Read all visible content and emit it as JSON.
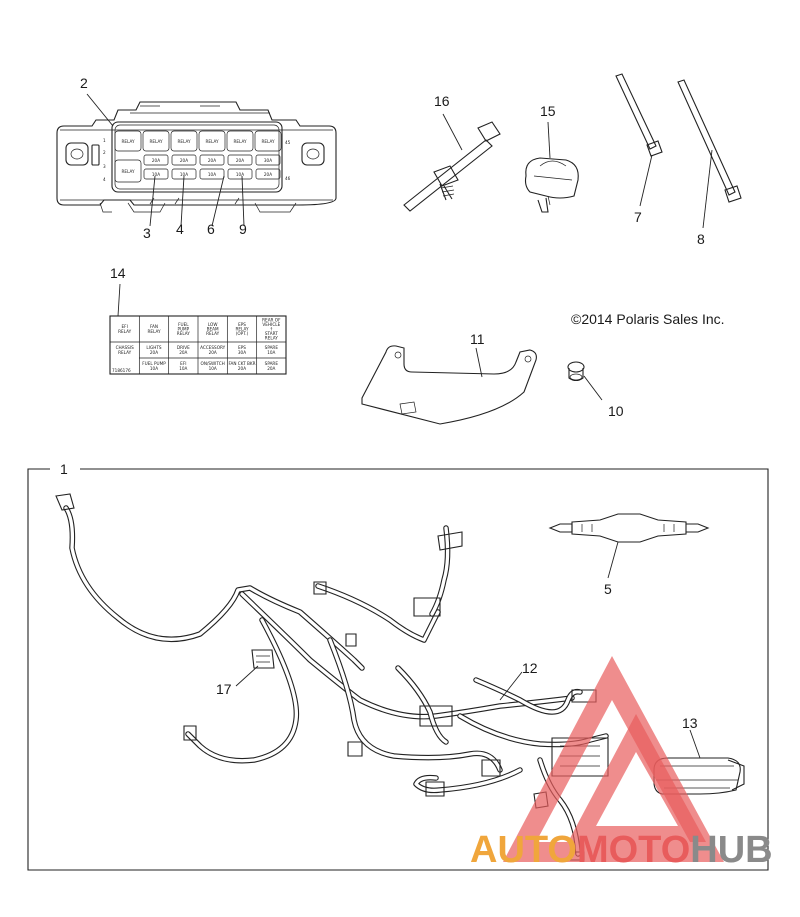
{
  "copyright": "©2014 Polaris Sales Inc.",
  "callouts": {
    "c1": "1",
    "c2": "2",
    "c3": "3",
    "c4": "4",
    "c5": "5",
    "c6": "6",
    "c7": "7",
    "c8": "8",
    "c9": "9",
    "c10": "10",
    "c11": "11",
    "c12": "12",
    "c13": "13",
    "c14": "14",
    "c15": "15",
    "c16": "16",
    "c17": "17"
  },
  "fuse_box": {
    "relay_label": "RELAY",
    "fuse_ratings": [
      "20A",
      "20A",
      "20A",
      "20A",
      "30A",
      "10A",
      "10A",
      "10A",
      "10A",
      "10A",
      "20A",
      "20A"
    ],
    "side_numbers_left": [
      "1",
      "2",
      "3",
      "4"
    ],
    "side_numbers_right": [
      "45",
      "46"
    ]
  },
  "decal": {
    "row1": [
      "EFI\nRELAY",
      "FAN\nRELAY",
      "FUEL\nPUMP\nRELAY",
      "LOW\nBEAM\nRELAY",
      "EPS\nRELAY\n(OPT.)",
      "REAR OF\nVEHICLE\n↑\nSTART\nRELAY"
    ],
    "row2": [
      "CHASSIS\nRELAY",
      "LIGHTS\n20A",
      "DRIVE\n20A",
      "ACCESSORY\n20A",
      "EPS\n30A",
      "SPARE\n10A"
    ],
    "row3": [
      "",
      "FUEL PUMP\n10A",
      "EFI\n10A",
      "ON/SWITCH\n10A",
      "FAN CKT BKR\n20A",
      "SPARE\n20A"
    ],
    "part_number": "7186176"
  },
  "watermark": {
    "part1": "AUTO",
    "part2": "MOTO",
    "part3": "HUB",
    "color_red": "#e85c5c",
    "color_orange": "#f0a63c",
    "color_gray": "#8a8a8a"
  }
}
